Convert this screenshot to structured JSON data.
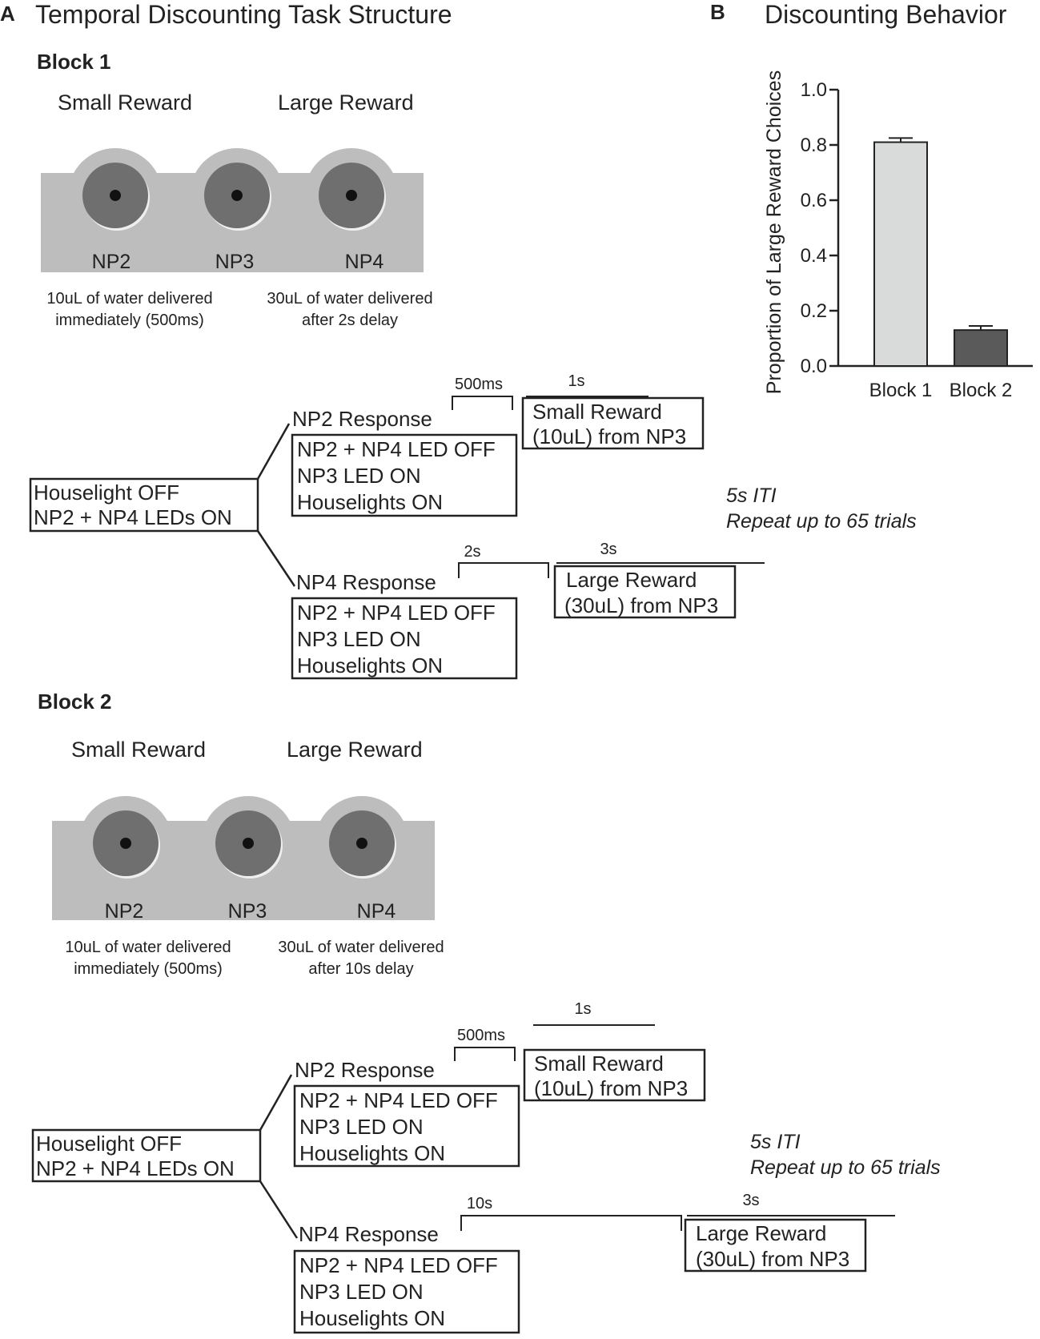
{
  "panel_a": {
    "letter": "A",
    "title": "Temporal Discounting Task Structure",
    "blocks": [
      {
        "title": "Block 1",
        "small_reward_label": "Small Reward",
        "large_reward_label": "Large Reward",
        "ports": [
          "NP2",
          "NP3",
          "NP4"
        ],
        "small_desc": [
          "10uL of water delivered",
          "immediately (500ms)"
        ],
        "large_desc": [
          "30uL of water delivered",
          "after 2s delay"
        ],
        "start_box": [
          "Houselight OFF",
          "NP2 + NP4 LEDs ON"
        ],
        "np2": {
          "response": "NP2 Response",
          "box": [
            "NP2 + NP4 LED OFF",
            "NP3 LED ON",
            "Houselights ON"
          ],
          "delay": "500ms",
          "reward_duration": "1s",
          "reward_box": [
            "Small Reward",
            "(10uL) from NP3"
          ]
        },
        "np4": {
          "response": "NP4 Response",
          "box": [
            "NP2 + NP4 LED OFF",
            "NP3 LED ON",
            "Houselights ON"
          ],
          "delay": "2s",
          "reward_duration": "3s",
          "reward_box": [
            "Large Reward",
            "(30uL) from NP3"
          ]
        },
        "iti": [
          "5s ITI",
          "Repeat up to 65 trials"
        ]
      },
      {
        "title": "Block 2",
        "small_reward_label": "Small Reward",
        "large_reward_label": "Large Reward",
        "ports": [
          "NP2",
          "NP3",
          "NP4"
        ],
        "small_desc": [
          "10uL of water delivered",
          "immediately (500ms)"
        ],
        "large_desc": [
          "30uL of water delivered",
          "after 10s delay"
        ],
        "start_box": [
          "Houselight OFF",
          "NP2 + NP4 LEDs ON"
        ],
        "np2": {
          "response": "NP2 Response",
          "box": [
            "NP2 + NP4 LED OFF",
            "NP3 LED ON",
            "Houselights ON"
          ],
          "delay": "500ms",
          "reward_duration": "1s",
          "reward_box": [
            "Small Reward",
            "(10uL) from NP3"
          ]
        },
        "np4": {
          "response": "NP4 Response",
          "box": [
            "NP2 + NP4 LED OFF",
            "NP3 LED ON",
            "Houselights ON"
          ],
          "delay": "10s",
          "reward_duration": "3s",
          "reward_box": [
            "Large Reward",
            "(30uL) from NP3"
          ]
        },
        "iti": [
          "5s ITI",
          "Repeat up to 65 trials"
        ]
      }
    ],
    "colors": {
      "panel_gray": "#bdbdbd",
      "port_ring": "#c8c8c8",
      "port_dark": "#6f6f6f",
      "port_hole": "#111111"
    }
  },
  "panel_b": {
    "letter": "B",
    "title": "Discounting Behavior",
    "chart_data": {
      "type": "bar",
      "categories": [
        "Block 1",
        "Block 2"
      ],
      "values": [
        0.81,
        0.13
      ],
      "errors": [
        0.015,
        0.015
      ],
      "ylabel": "Proportion of  Large  Reward Choices",
      "ylim": [
        0,
        1.0
      ],
      "yticks": [
        "0.0",
        "0.2",
        "0.4",
        "0.6",
        "0.8",
        "1.0"
      ],
      "colors": [
        "#d9dbdb",
        "#5a5a5a"
      ],
      "grid": false
    }
  }
}
